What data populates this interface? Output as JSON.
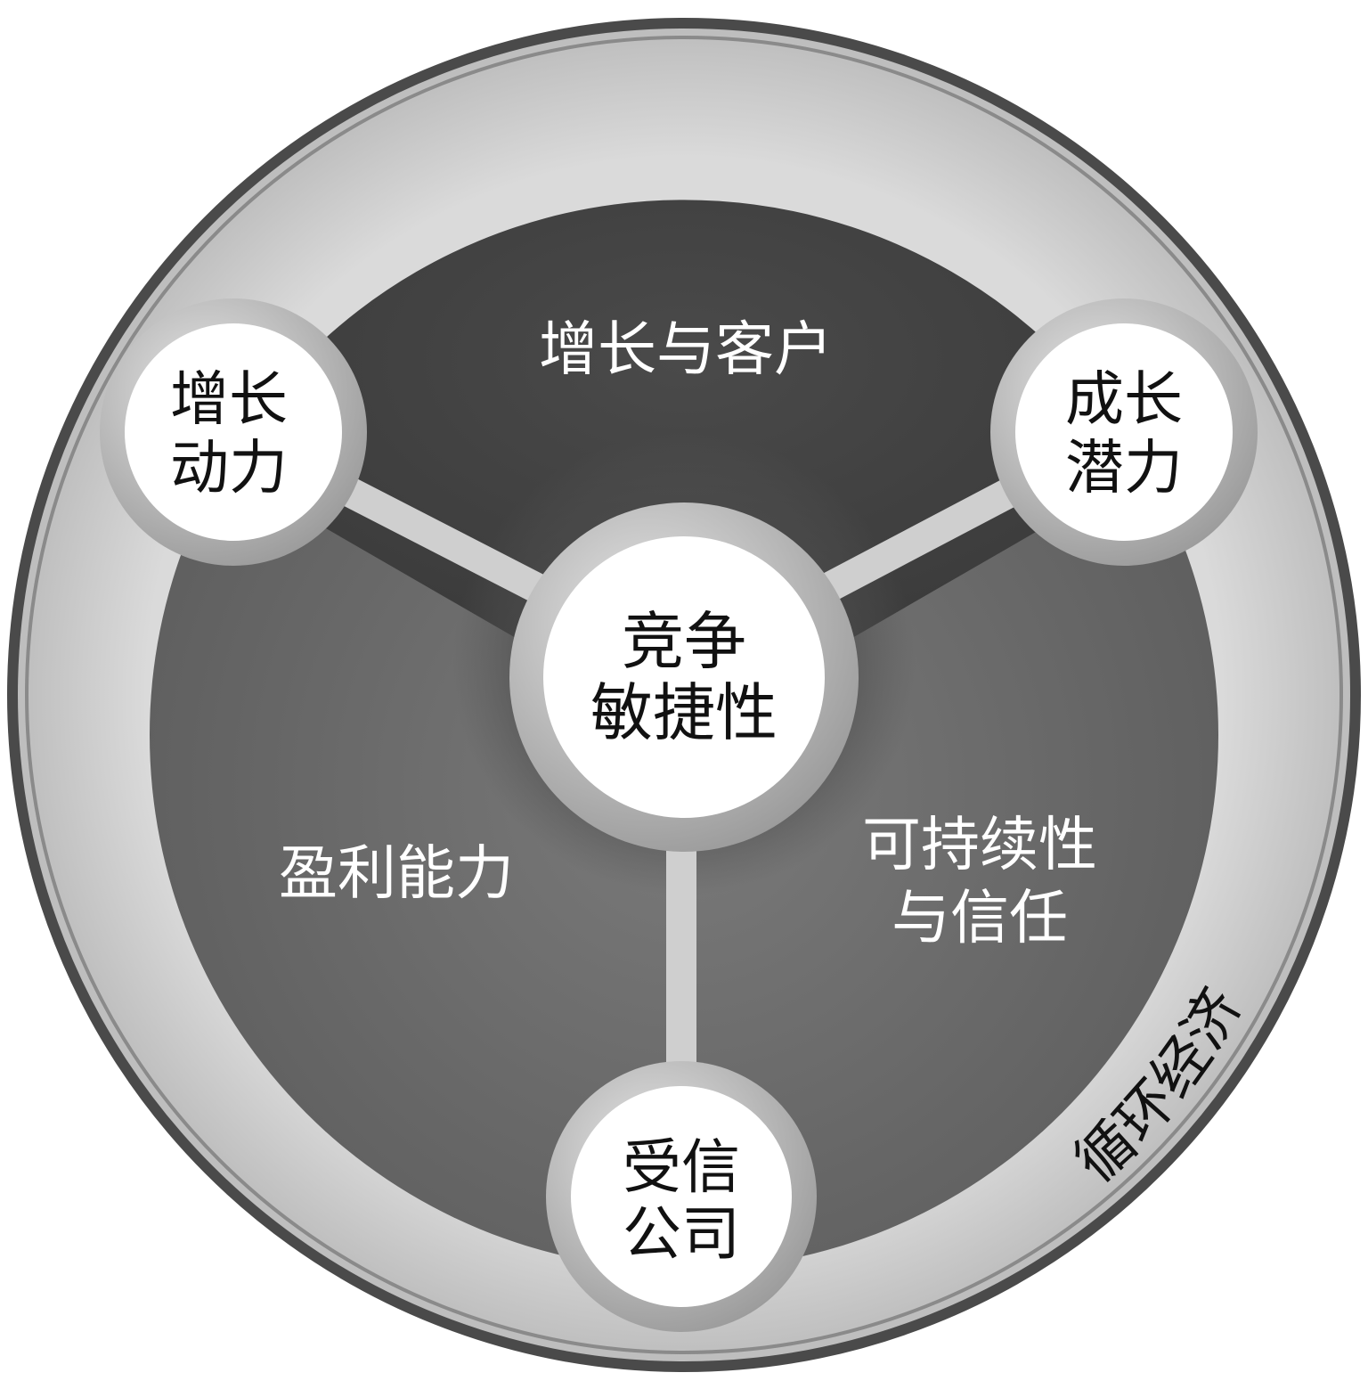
{
  "outer_ring": {
    "label": "循环经济"
  },
  "sectors": {
    "top": {
      "label": "增长与客户"
    },
    "left": {
      "label": "盈利能力"
    },
    "right": {
      "line1": "可持续性",
      "line2": "与信任"
    }
  },
  "center": {
    "line1": "竞争",
    "line2": "敏捷性"
  },
  "nodes": {
    "top_left": {
      "line1": "增长",
      "line2": "动力"
    },
    "top_right": {
      "line1": "成长",
      "line2": "潜力"
    },
    "bottom": {
      "line1": "受信",
      "line2": "公司"
    }
  },
  "colors": {
    "outer_ring": "#d4d4d4",
    "outer_border": "#555555",
    "inner_disc": "#6e6e6e",
    "top_sector": "#454545",
    "center_halo": "#4a4a4a",
    "spoke": "#c9c9c9",
    "node_fill": "#ffffff",
    "node_ring": "#bdbdbd"
  }
}
